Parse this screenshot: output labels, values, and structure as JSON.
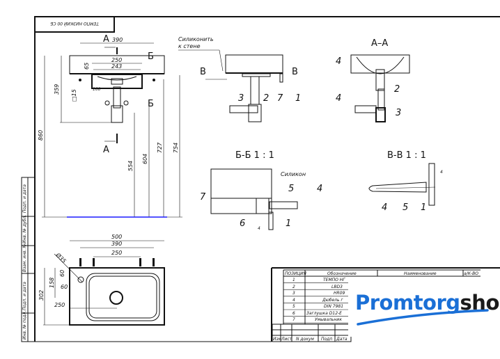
{
  "stamp_text": "ТЕМПО НИЗКИЙ 00 СБ",
  "front_view": {
    "section_A": "А",
    "section_B": "Б",
    "dims": {
      "w390": "390",
      "w250": "250",
      "w243": "243",
      "h65": "65",
      "h359": "359",
      "d15": "□15",
      "w100": "100",
      "h860": "860",
      "h554": "554",
      "h604": "604",
      "h727": "727",
      "h754": "754"
    }
  },
  "side_view": {
    "note_line1": "Силиконить",
    "note_line2": "к стене",
    "section_V": "В",
    "callouts": [
      "3",
      "2",
      "7",
      "1"
    ]
  },
  "section_AA": {
    "title": "А–А",
    "callouts": [
      "4",
      "4",
      "2",
      "3"
    ]
  },
  "section_BB": {
    "title": "Б-Б 1 : 1",
    "note": "Силикон",
    "callouts": [
      "7",
      "5",
      "4",
      "6",
      "1"
    ],
    "dim": "4"
  },
  "section_VV": {
    "title": "В-В 1 : 1",
    "callouts": [
      "4",
      "5",
      "1"
    ],
    "dim": "4"
  },
  "plan_view": {
    "dims": {
      "w500": "500",
      "w390": "390",
      "w250": "250",
      "dia": "Ø35",
      "h60a": "60",
      "w60": "60",
      "h158": "158",
      "h302": "302",
      "w250b": "250"
    }
  },
  "side_column": [
    "Подп. и дата",
    "Инв. № дубл.",
    "Взам. инв. №",
    "Подп. и дата",
    "Инв. № подл."
  ],
  "spec_table": {
    "headers": [
      "ПОЗИЦИЯ",
      "Обозначение",
      "Наименование",
      "а/К-ВО"
    ],
    "rows": [
      {
        "pos": "1",
        "designation": "ТЕМПО НГ"
      },
      {
        "pos": "2",
        "designation": "LBD3"
      },
      {
        "pos": "3",
        "designation": "HR09"
      },
      {
        "pos": "4",
        "designation": "Дюбель г"
      },
      {
        "pos": "5",
        "designation": "DIN 7981"
      },
      {
        "pos": "6",
        "designation": "Заглушка D12-E"
      },
      {
        "pos": "7",
        "designation": "Умывальник"
      }
    ],
    "footer": [
      "Изм",
      "Лист",
      "N докум",
      "Подп",
      "Дата"
    ]
  },
  "logo": {
    "part1": "Promtorg",
    "part2": "shop"
  },
  "colors": {
    "logo_blue": "#1a6fd6",
    "floor_line": "#1a1aff"
  }
}
